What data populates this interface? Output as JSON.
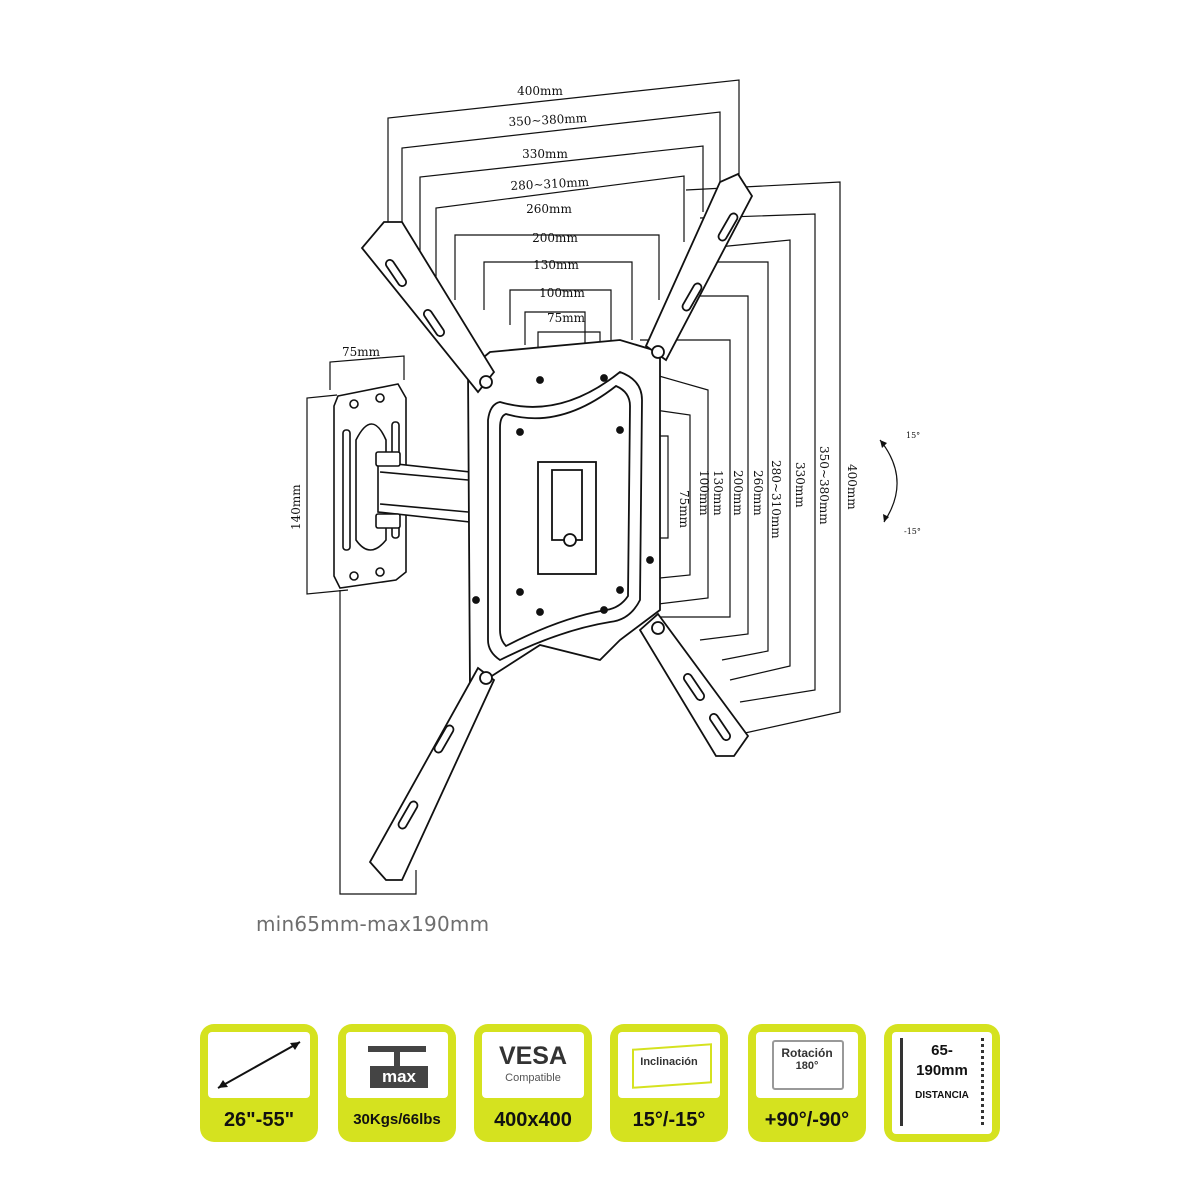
{
  "diagram": {
    "top_dimensions": [
      "400mm",
      "350~380mm",
      "330mm",
      "280~310mm",
      "260mm",
      "200mm",
      "130mm",
      "100mm",
      "75mm"
    ],
    "right_dimensions": [
      "75mm",
      "100mm",
      "130mm",
      "200mm",
      "260mm",
      "280~310mm",
      "330mm",
      "350~380mm",
      "400mm"
    ],
    "wall_plate_width": "75mm",
    "wall_plate_height": "140mm",
    "tilt_up": "15°",
    "tilt_down": "-15°",
    "distance_range": "min65mm-max190mm"
  },
  "badges": [
    {
      "name": "screen-size",
      "value": "26\"-55\""
    },
    {
      "name": "max-load",
      "label": "max",
      "value": "30Kgs/66lbs"
    },
    {
      "name": "vesa",
      "label": "VESA",
      "sublabel": "Compatible",
      "value": "400x400"
    },
    {
      "name": "tilt",
      "label": "Inclinación",
      "value": "15°/-15°"
    },
    {
      "name": "rotation",
      "label": "Rotación",
      "sublabel": "180°",
      "value": "+90°/-90°"
    },
    {
      "name": "distance",
      "label": "65-",
      "label2": "190mm",
      "sublabel": "DISTANCIA"
    }
  ],
  "colors": {
    "badge": "#d5e21f",
    "line": "#111111",
    "caption": "#6e6e6e"
  }
}
